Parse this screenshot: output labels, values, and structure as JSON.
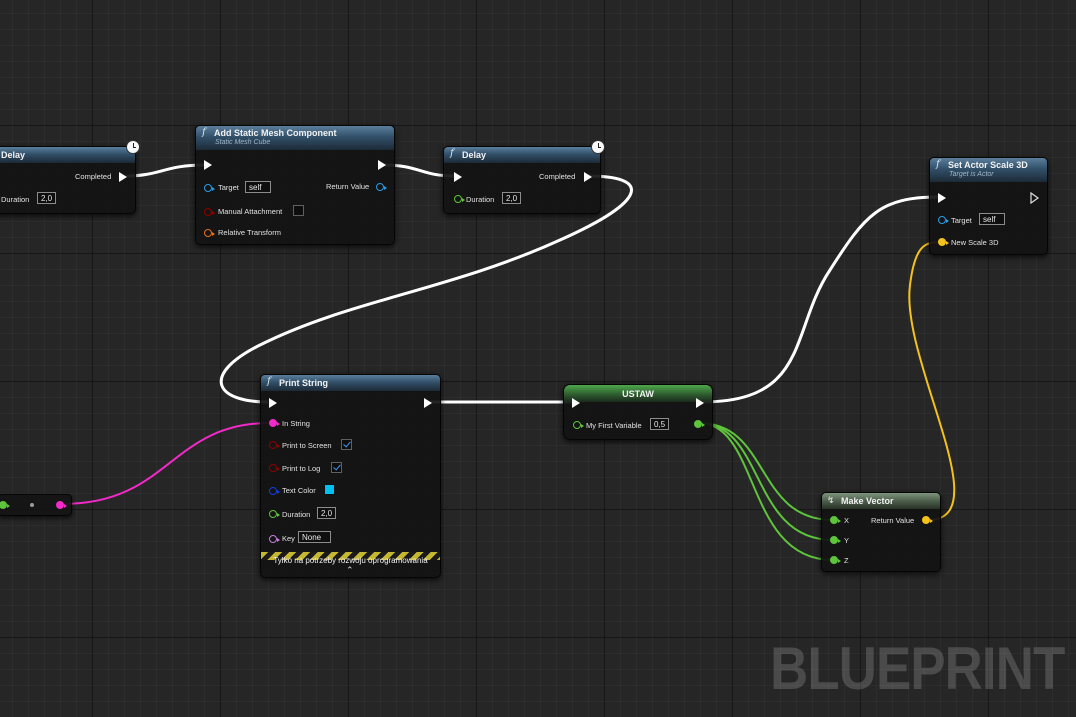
{
  "watermark": "BLUEPRINT",
  "colors": {
    "exec_wire": "#ffffff",
    "float_pin": "#5ec43c",
    "string_pin": "#f22ac9",
    "object_pin": "#2b9ae6",
    "bool_pin": "#8f0000",
    "transform_pin": "#e8701a",
    "vector_pin": "#f5c21b",
    "linear_color_pin": "#0f3fe8",
    "name_pin": "#c87be0",
    "text_color_swatch": "#00bff2",
    "function_header": "#32506a",
    "variable_header": "#4ea84b",
    "pure_header": "#5a6b5a"
  },
  "nodes": {
    "delay_left": {
      "title": "Delay",
      "completed_label": "Completed",
      "duration_label": "Duration",
      "duration_value": "2,0"
    },
    "add_static_mesh": {
      "title": "Add Static Mesh Component",
      "subtitle": "Static Mesh Cube",
      "target_label": "Target",
      "target_value": "self",
      "return_value_label": "Return Value",
      "manual_attachment_label": "Manual Attachment",
      "relative_transform_label": "Relative Transform"
    },
    "delay_right": {
      "title": "Delay",
      "completed_label": "Completed",
      "duration_label": "Duration",
      "duration_value": "2,0"
    },
    "set_actor_scale": {
      "title": "Set Actor Scale 3D",
      "subtitle": "Target is Actor",
      "target_label": "Target",
      "target_value": "self",
      "new_scale_label": "New Scale 3D"
    },
    "print_string": {
      "title": "Print String",
      "in_string_label": "In String",
      "print_to_screen_label": "Print to Screen",
      "print_to_log_label": "Print to Log",
      "text_color_label": "Text Color",
      "duration_label": "Duration",
      "duration_value": "2,0",
      "key_label": "Key",
      "key_value": "None",
      "dev_only_label": "Tylko na potrzeby rozwoju oprogramowania",
      "print_to_screen_checked": true,
      "print_to_log_checked": true
    },
    "ustaw": {
      "title": "USTAW",
      "variable_label": "My First Variable",
      "variable_value": "0,5"
    },
    "make_vector": {
      "title": "Make Vector",
      "x_label": "X",
      "y_label": "Y",
      "z_label": "Z",
      "return_value_label": "Return Value"
    }
  }
}
